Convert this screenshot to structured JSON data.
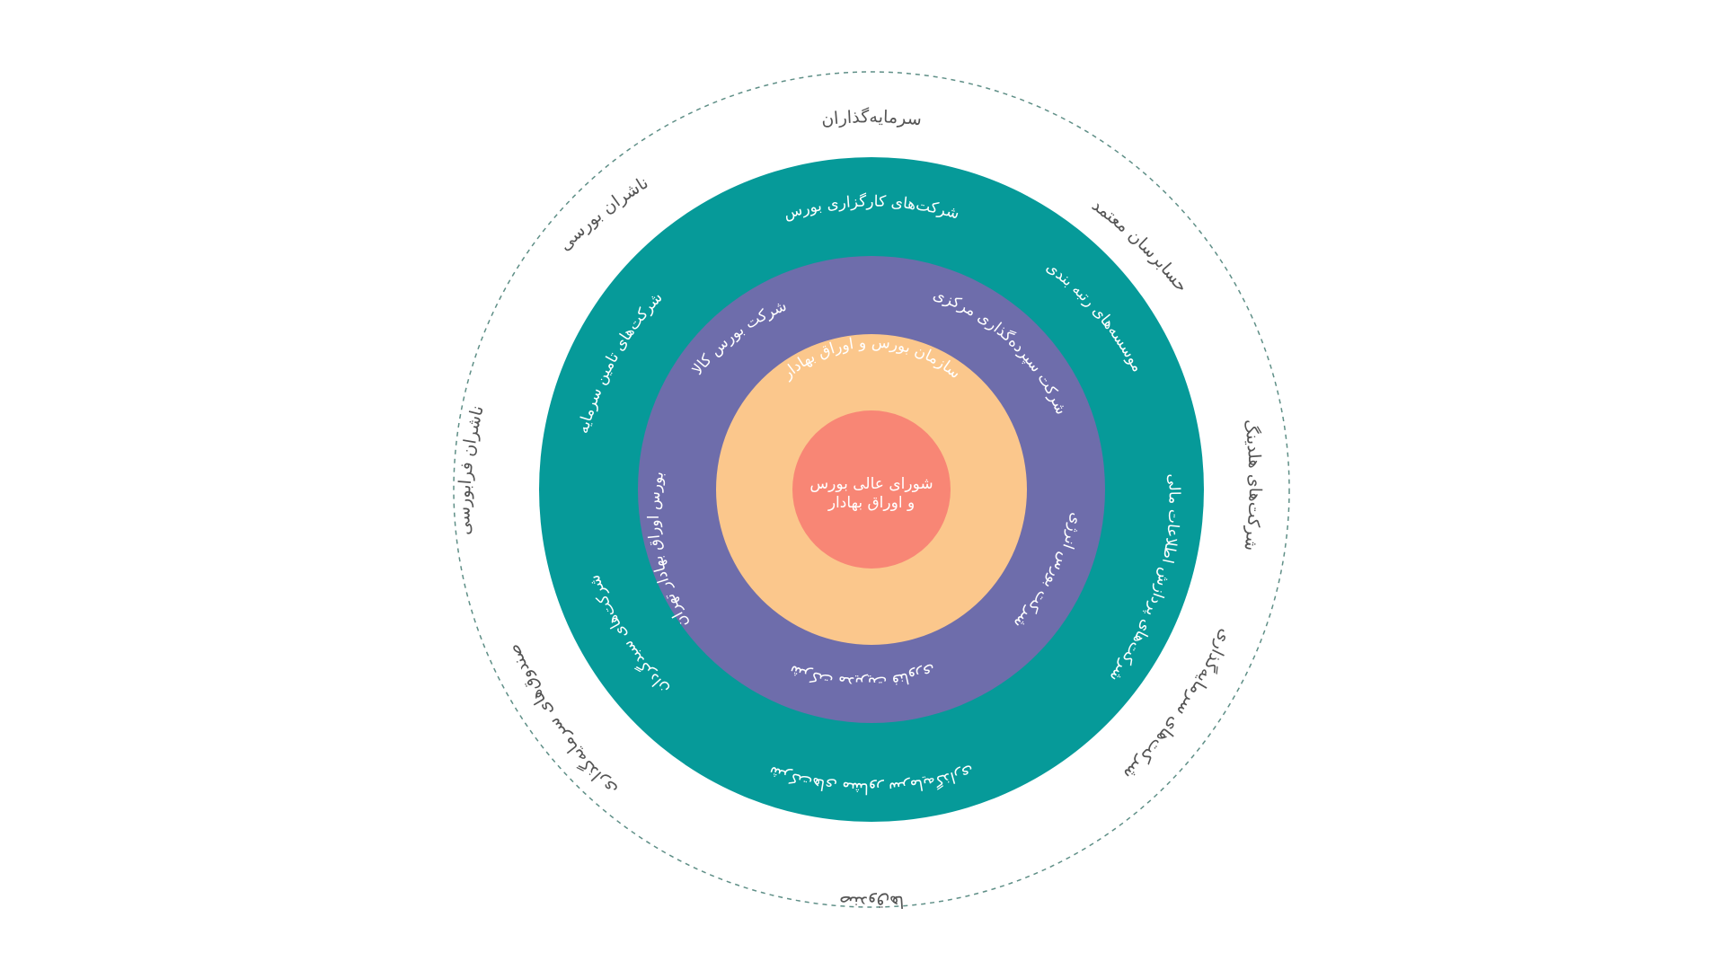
{
  "colors": {
    "background": "#ffffff",
    "outer_dashed_ring": "#5f8f87",
    "teal_ring": "#069a99",
    "purple_ring": "#6e6dab",
    "peach_ring": "#fbc78c",
    "core": "#f88675",
    "outer_text": "#555555",
    "inner_text": "#ffffff"
  },
  "core": {
    "line1": "شورای عالی بورس",
    "line2": "و اوراق بهادار"
  },
  "peach_ring": {
    "label": "سازمان بورس و اوراق بهادار"
  },
  "purple_ring": {
    "top_left": "شرکت بورس کالا",
    "top_right": "شرکت سپرده‌گذاری مرکزی",
    "right": "شرکت بورس انرژی",
    "bottom": "شرکت مدیریت فناوری",
    "left": "بورس اوراق بهادار تهران"
  },
  "teal_ring": {
    "top": "شرکت‌های کارگزاری بورس",
    "top_right": "موسسه‌های رتبه بندی",
    "right": "شرکت‌های پردازش اطلاعات مالی",
    "bottom": "شرکت‌های مشاور سرمایه‌گذاری",
    "bottom_left": "شرکت‌های سبدگردان",
    "top_left": "شرکت‌های تامین سرمایه"
  },
  "outer_ring": {
    "top": "سرمایه‌گذاران",
    "top_right": "حسابرسان معتمد",
    "right": "شرکت‌های هلدینگ",
    "bottom_right": "شرکت‌های سرمایه‌گذاری",
    "bottom": "صندوق‌ها",
    "bottom_left": "صندوق‌های سرمایه‌گذاری",
    "left": "ناشران فرابورسی",
    "top_left": "ناشران بورسی"
  }
}
